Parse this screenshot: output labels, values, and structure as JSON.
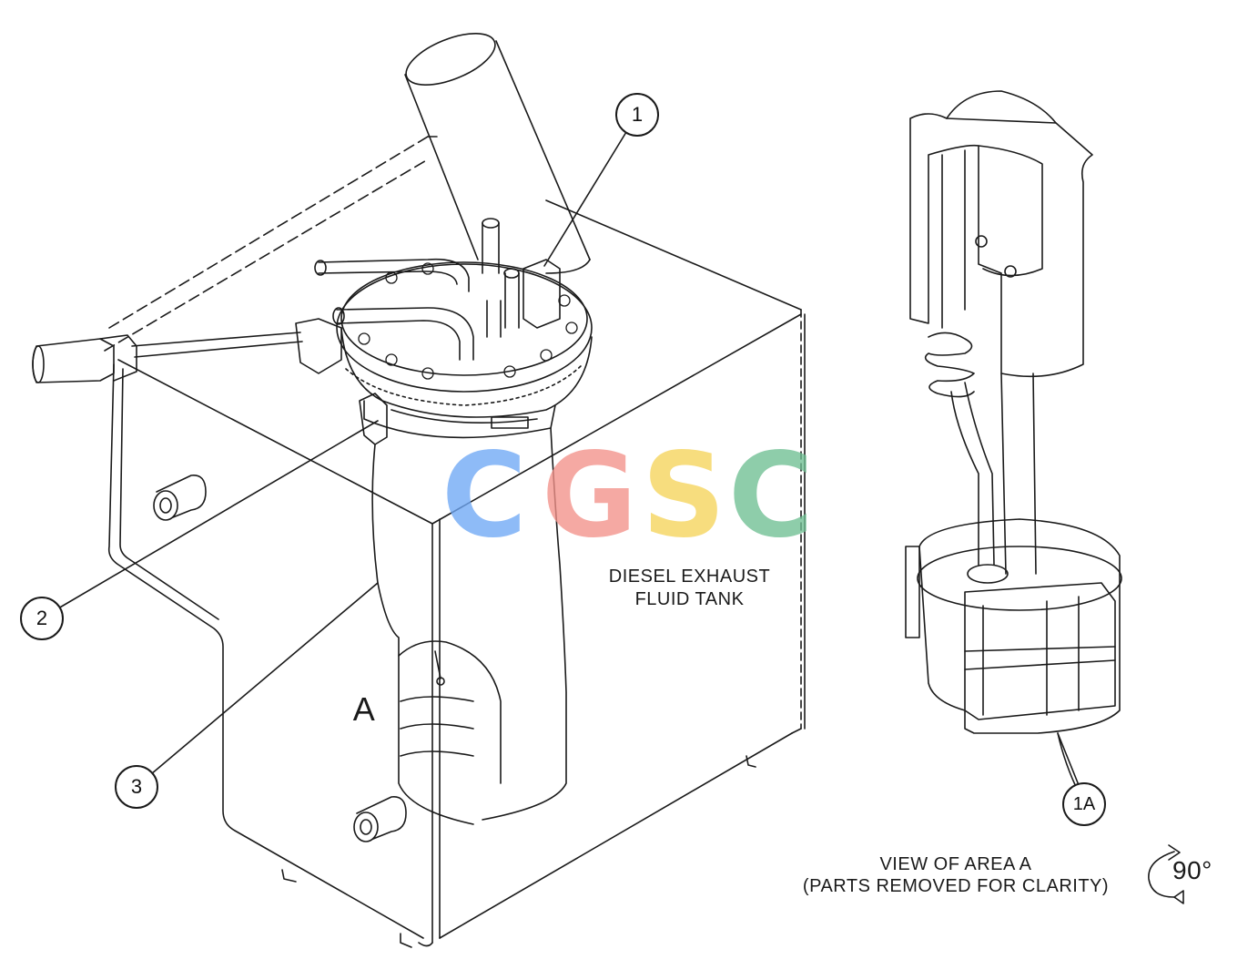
{
  "callouts": {
    "c1": "1",
    "c2": "2",
    "c3": "3",
    "c1a": "1A"
  },
  "labels": {
    "tank_line1": "DIESEL EXHAUST",
    "tank_line2": "FLUID TANK",
    "area_marker": "A",
    "view_line1": "VIEW OF AREA  A",
    "view_line2": "(PARTS REMOVED FOR CLARITY)",
    "rotation": "90°"
  },
  "watermark": {
    "letters": [
      "C",
      "G",
      "S",
      "C"
    ],
    "colors": [
      "#6fa8f5",
      "#f3928a",
      "#f6d45a",
      "#6fbf93"
    ]
  }
}
